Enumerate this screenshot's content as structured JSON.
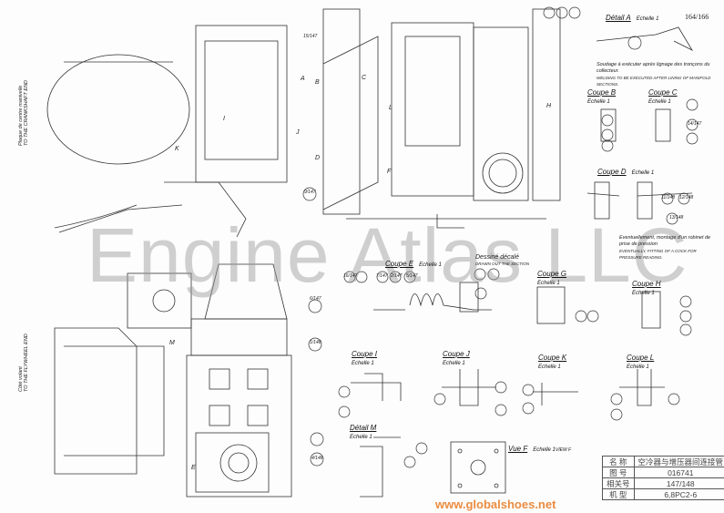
{
  "page_number": "164/166",
  "watermark": "Engine Atlas LLC",
  "site_watermark": "www.globalshoes.net",
  "detail_a": {
    "title": "Détail A",
    "scale": "Echelle 1",
    "note_fr": "Soudage à exécuter après lignage des tronçons du collecteur.",
    "note_en": "WELDING TO BE EXECUTED AFTER LINING OF MANIFOLD SECTIONS."
  },
  "sections": {
    "b": {
      "title": "Coupe B",
      "scale": "Echelle 1"
    },
    "c": {
      "title": "Coupe C",
      "scale": "Echelle 1"
    },
    "d": {
      "title": "Coupe D",
      "scale": "Echelle 1",
      "note_fr": "Eventuellement, montage d'un robinet de prise de pression",
      "note_en": "EVENTUALLY, FITTING OF A COCK FOR PRESSURE READING."
    },
    "e": {
      "title": "Coupe E",
      "scale": "Echelle 1"
    },
    "g": {
      "title": "Coupe G",
      "scale": "Echelle 1"
    },
    "h": {
      "title": "Coupe H",
      "scale": "Echelle 1"
    },
    "i": {
      "title": "Coupe I",
      "scale": "Echelle 1"
    },
    "j": {
      "title": "Coupe J",
      "scale": "Echelle 1"
    },
    "k": {
      "title": "Coupe K",
      "scale": "Echelle 1"
    },
    "l": {
      "title": "Coupe L",
      "scale": "Echelle 1"
    },
    "m": {
      "title": "Détail M",
      "scale": "Echelle 1"
    },
    "f": {
      "title": "Vue F",
      "scale": "Echelle 1",
      "sub": "VIEW F"
    }
  },
  "drawn_out": {
    "fr": "Dessiné décalé",
    "en": "DRAWN OUT THE SECTION"
  },
  "side_notes": {
    "left_top": "Plaque de centre manivelle",
    "left_top_en": "TO THE CRANKSHAFT END",
    "left_bottom": "Côté volant",
    "left_bottom_en": "TO THE FLYWHEEL END"
  },
  "part_refs": [
    "15/147",
    "6/147",
    "9/147",
    "1/148",
    "4/148",
    "13/148",
    "11/148",
    "12/148",
    "14/147",
    "16/147",
    "7/147",
    "5/147",
    "2/147"
  ],
  "view_letters": [
    "A",
    "B",
    "C",
    "D",
    "E",
    "F",
    "H",
    "I",
    "J",
    "K",
    "L",
    "M"
  ],
  "title_block": [
    {
      "key": "名 称",
      "value": "空冷器与增压器间连接管"
    },
    {
      "key": "图 号",
      "value": "016741"
    },
    {
      "key": "相关号",
      "value": "147/148"
    },
    {
      "key": "机 型",
      "value": "6,8PC2-6"
    }
  ]
}
